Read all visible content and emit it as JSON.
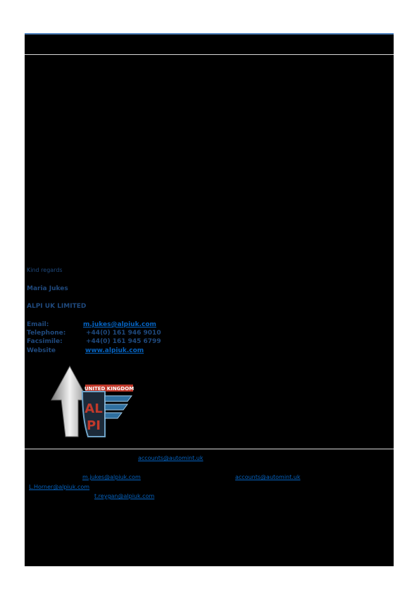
{
  "signature": {
    "greeting": "Kind regards",
    "name": "Maria Jukes",
    "company": "ALPI UK LIMITED",
    "contacts": [
      {
        "label": "Email:",
        "value": "m.jukes@alpiuk.com"
      },
      {
        "label": "Telephone:",
        "value": "+44(0) 161 946 9010"
      },
      {
        "label": "Facsimile:",
        "value": "+44(0) 161 945 6799"
      },
      {
        "label": "Website",
        "value": "www.alpiuk.com"
      }
    ]
  },
  "logo": {
    "banner_text": "UNITED KINGDOM",
    "letters": [
      "AL",
      "PI"
    ]
  },
  "emails": {
    "line1": "accounts@automint.uk",
    "line2_left": "m.jukes@alpiuk.com",
    "line2_right": "accounts@automint.uk",
    "line3": "L.Horner@alpiuk.com",
    "line4": "t.reygan@alpiuk.com"
  },
  "colors": {
    "heading_blue": "#1f497d",
    "link_blue": "#0563c1",
    "accent_red": "#c0392b"
  }
}
